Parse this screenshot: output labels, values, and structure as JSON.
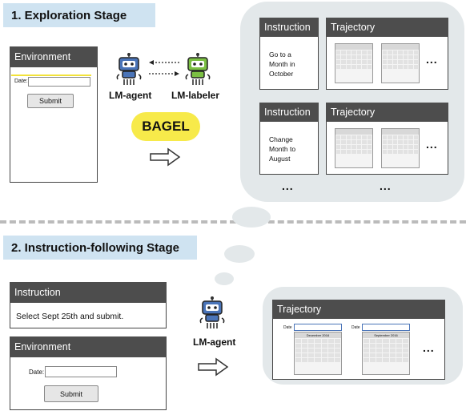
{
  "stage1": {
    "title": "1. Exploration Stage"
  },
  "stage2": {
    "title": "2. Instruction-following Stage"
  },
  "env1": {
    "header": "Environment",
    "date_label": "Date:",
    "submit_label": "Submit"
  },
  "agents": {
    "agent_label": "LM-agent",
    "labeler_label": "LM-labeler",
    "bagel": "BAGEL"
  },
  "examples": [
    {
      "instruction_header": "Instruction",
      "trajectory_header": "Trajectory",
      "instruction_text": "Go to a Month in October"
    },
    {
      "instruction_header": "Instruction",
      "trajectory_header": "Trajectory",
      "instruction_text": "Change Month to August"
    }
  ],
  "ellipsis": "...",
  "stage2_instruction": {
    "header": "Instruction",
    "text": "Select Sept 25th and submit."
  },
  "stage2_env": {
    "header": "Environment",
    "date_label": "Date:",
    "submit_label": "Submit"
  },
  "stage2_agent": {
    "label": "LM-agent"
  },
  "stage2_trajectory": {
    "header": "Trajectory",
    "date_label": "Date",
    "cal_left": "December 2016",
    "cal_right": "September 2016"
  },
  "colors": {
    "stage_label_bg": "#cfe3f1",
    "panel_header": "#4d4d4d",
    "bagel": "#f7ea4a",
    "cloud": "#e3e8ea",
    "robot_blue": "#4a74b8",
    "robot_green": "#7bc043"
  }
}
